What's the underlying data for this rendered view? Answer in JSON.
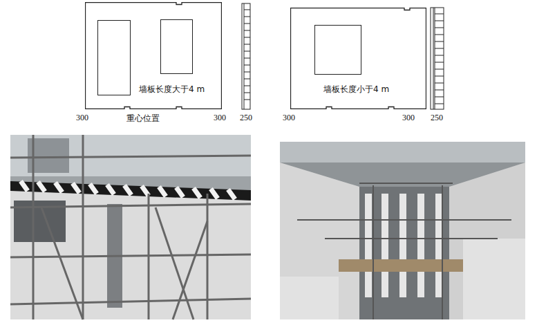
{
  "diagram": {
    "nodes": [
      {
        "text": [
          "墙板长度大于4 m"
        ]
      },
      {
        "text": [
          "墙板长度小于4 m"
        ]
      }
    ],
    "labels": [
      "300",
      "重心位置",
      "300",
      "250",
      "300",
      "300",
      "250"
    ]
  }
}
